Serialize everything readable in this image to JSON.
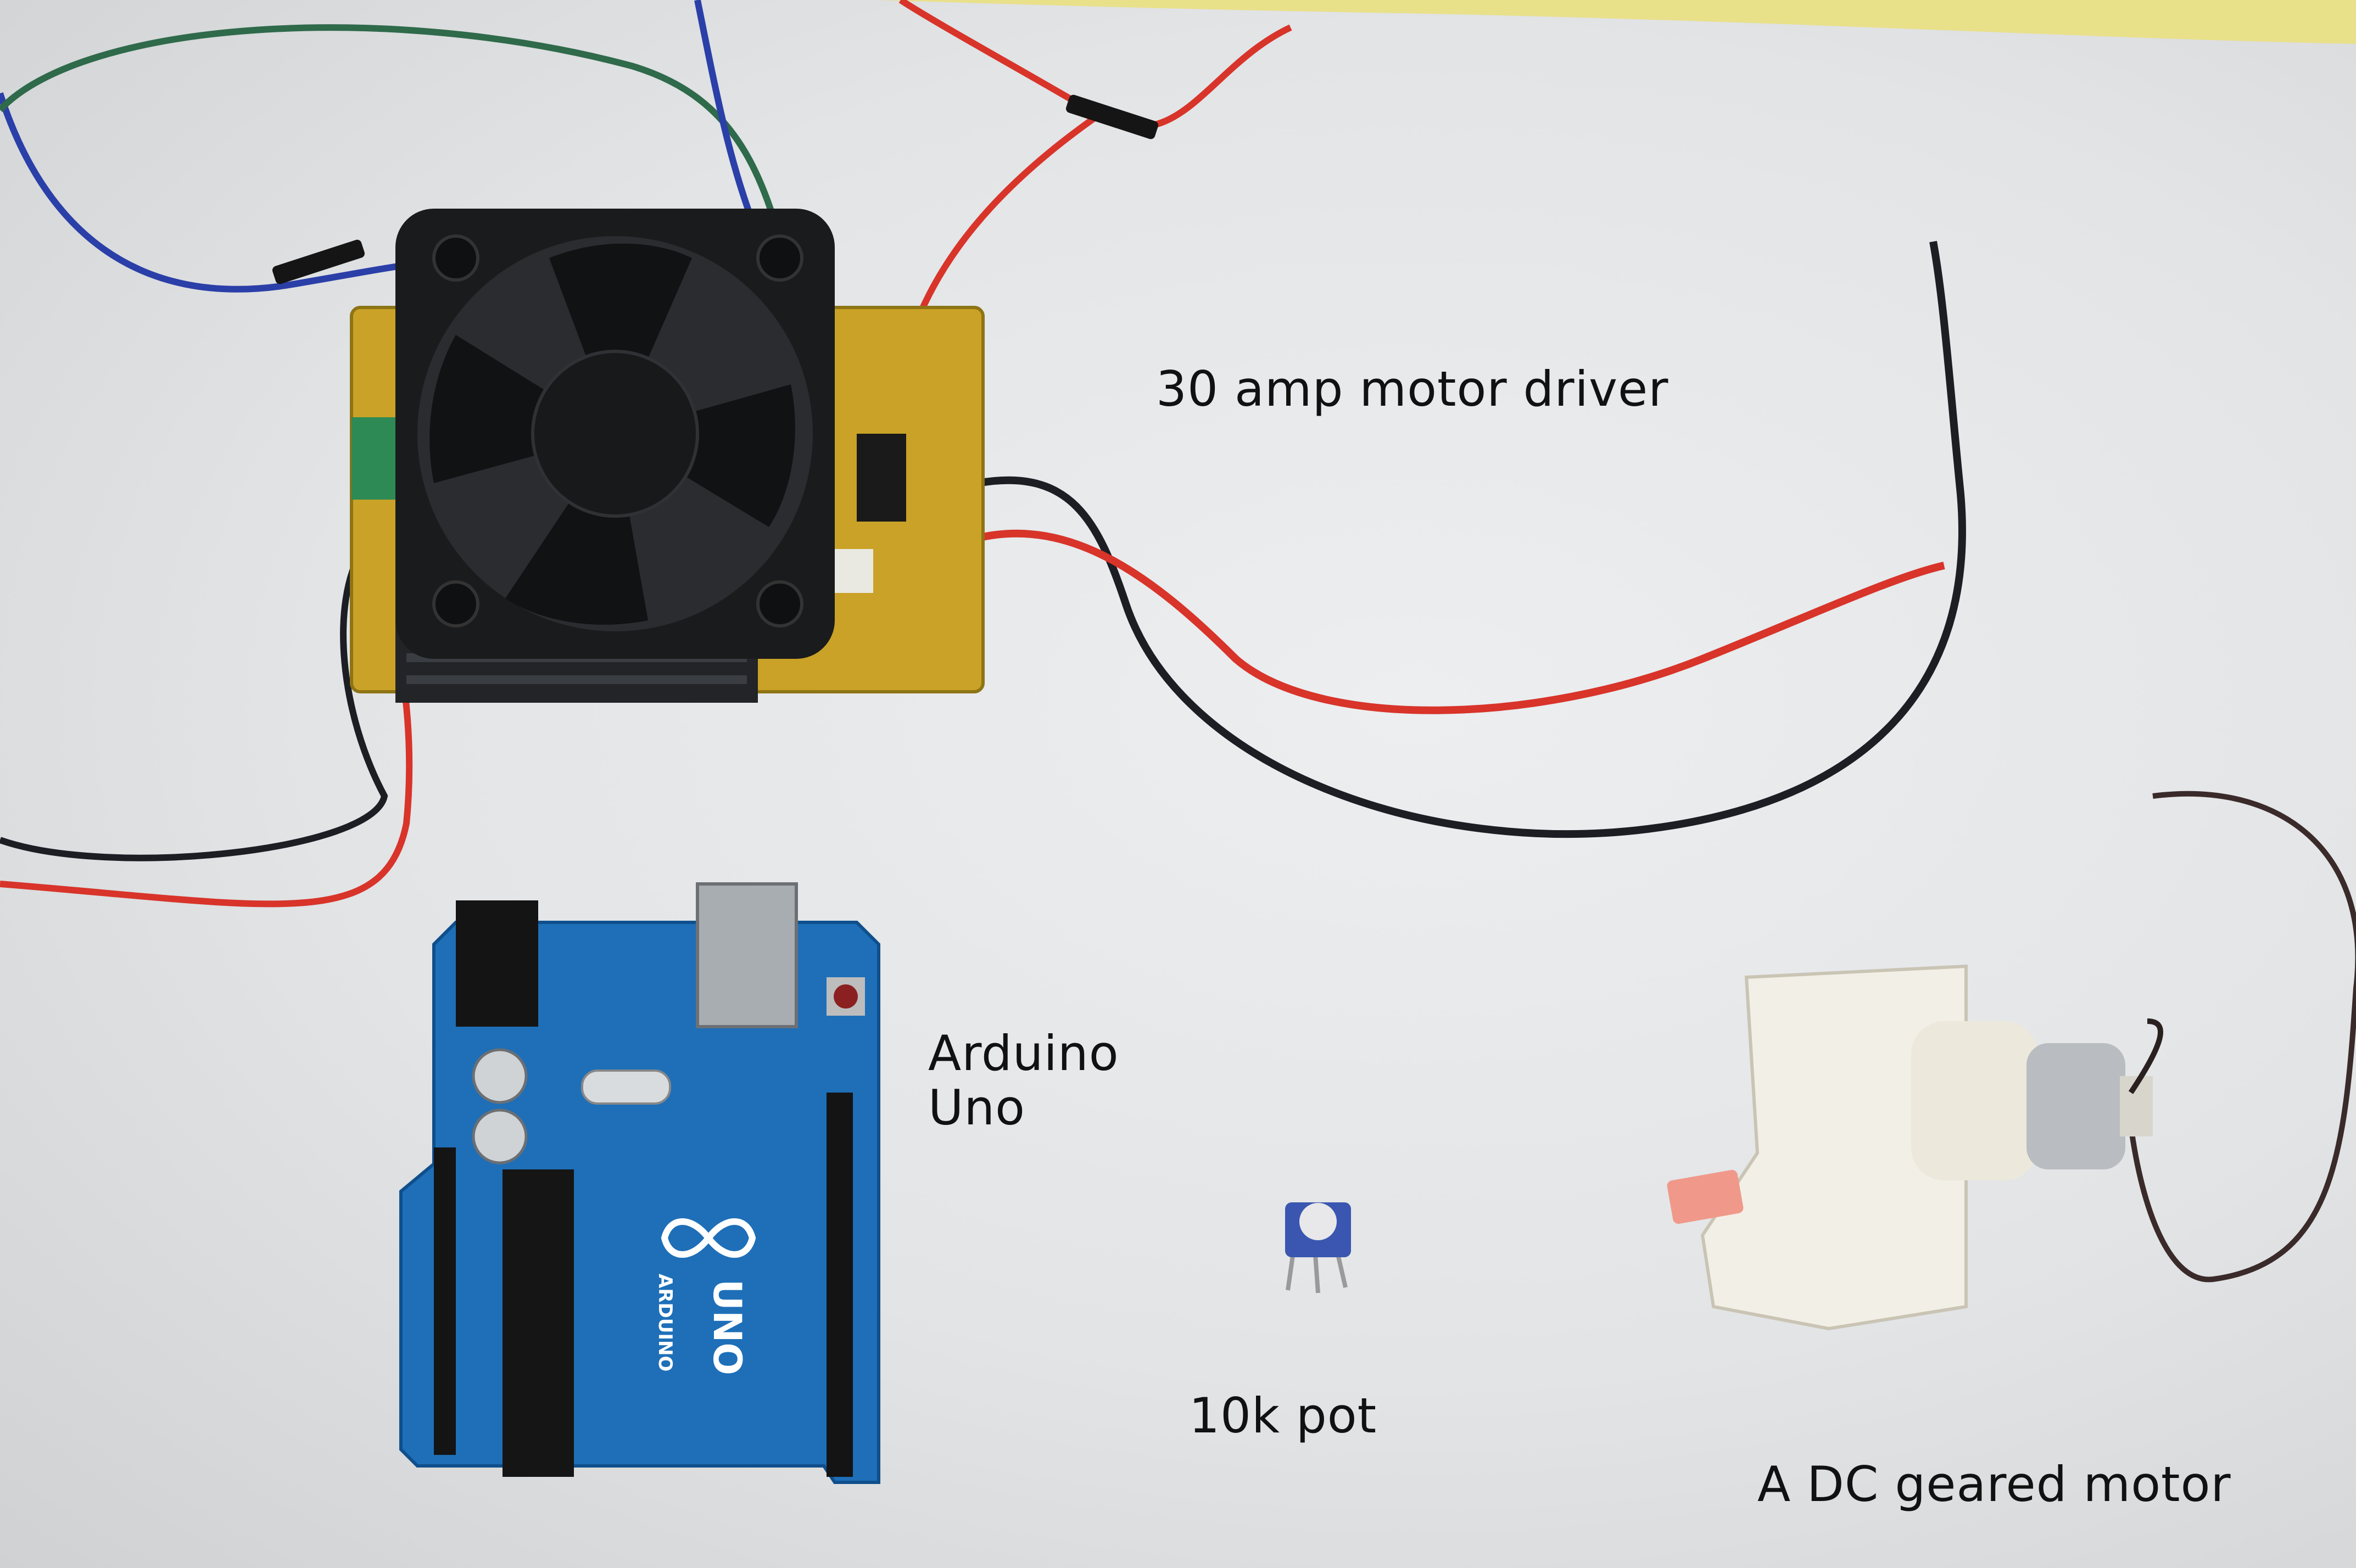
{
  "labels": {
    "motor_driver": "30 amp motor driver",
    "arduino_line1": "Arduino",
    "arduino_line2": "Uno",
    "pot": "10k pot",
    "motor": "A DC geared motor"
  },
  "board_silkscreen": {
    "brand": "ARDUINO",
    "model": "UNO"
  },
  "colors": {
    "paper": "#e4e6e8",
    "pcb_blue": "#1e6fb8",
    "fan_black": "#1a1b1d",
    "driver_pcb": "#c9a227",
    "wire_red": "#d8342a",
    "wire_black": "#1c1e24",
    "wire_blue": "#2b3fa8",
    "wire_green": "#2f6a4a",
    "motor_white": "#f2efe6"
  }
}
